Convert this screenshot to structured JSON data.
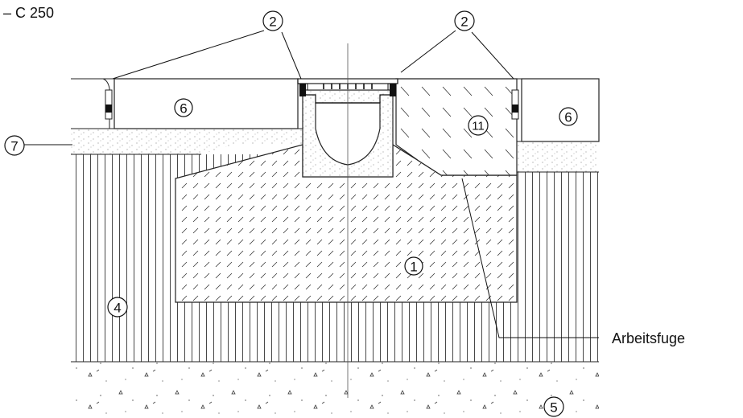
{
  "title": "– C 250",
  "callouts": {
    "n1": "1",
    "n2a": "2",
    "n2b": "2",
    "n4": "4",
    "n5": "5",
    "n6a": "6",
    "n6b": "6",
    "n7": "7",
    "n11": "11"
  },
  "annotation": "Arbeitsfuge"
}
